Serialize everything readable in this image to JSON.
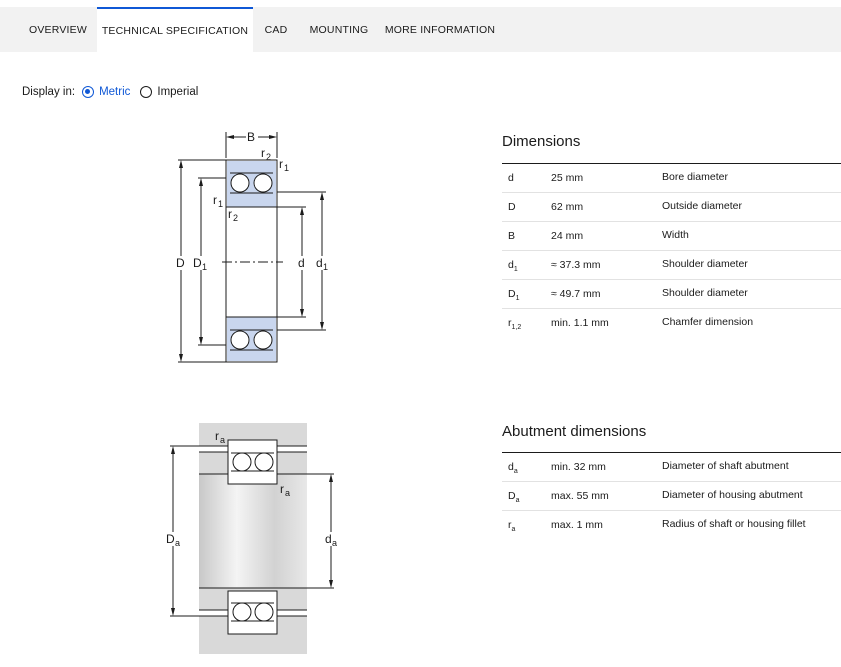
{
  "tabs": [
    {
      "label": "OVERVIEW",
      "active": false
    },
    {
      "label": "TECHNICAL SPECIFICATION",
      "active": true
    },
    {
      "label": "CAD",
      "active": false
    },
    {
      "label": "MOUNTING",
      "active": false
    },
    {
      "label": "MORE INFORMATION",
      "active": false
    }
  ],
  "display": {
    "label": "Display in:",
    "options": [
      {
        "label": "Metric",
        "selected": true
      },
      {
        "label": "Imperial",
        "selected": false
      }
    ]
  },
  "colors": {
    "accent": "#0f58d6",
    "ring_fill": "#c9d6ee",
    "grey_fill": "#d9d9d9"
  },
  "diagram1": {
    "labels": {
      "B": "B",
      "r2": "r",
      "r2_sub": "2",
      "r1": "r",
      "r1_sub": "1",
      "D": "D",
      "D1": "D",
      "D1_sub": "1",
      "d": "d",
      "d1": "d",
      "d1_sub": "1"
    }
  },
  "diagram2": {
    "labels": {
      "ra": "r",
      "ra_sub": "a",
      "Da": "D",
      "Da_sub": "a",
      "da": "d",
      "da_sub": "a"
    }
  },
  "dimensions": {
    "title": "Dimensions",
    "rows": [
      {
        "sym": "d",
        "sub": "",
        "value": "25 mm",
        "desc": "Bore diameter"
      },
      {
        "sym": "D",
        "sub": "",
        "value": "62 mm",
        "desc": "Outside diameter"
      },
      {
        "sym": "B",
        "sub": "",
        "value": "24 mm",
        "desc": "Width"
      },
      {
        "sym": "d",
        "sub": "1",
        "value": "≈ 37.3 mm",
        "desc": "Shoulder diameter"
      },
      {
        "sym": "D",
        "sub": "1",
        "value": "≈ 49.7 mm",
        "desc": "Shoulder diameter"
      },
      {
        "sym": "r",
        "sub": "1,2",
        "value": "min. 1.1 mm",
        "desc": "Chamfer dimension"
      }
    ]
  },
  "abutment": {
    "title": "Abutment dimensions",
    "rows": [
      {
        "sym": "d",
        "sub": "a",
        "value": "min. 32 mm",
        "desc": "Diameter of shaft abutment"
      },
      {
        "sym": "D",
        "sub": "a",
        "value": "max. 55 mm",
        "desc": "Diameter of housing abutment"
      },
      {
        "sym": "r",
        "sub": "a",
        "value": "max. 1 mm",
        "desc": "Radius of shaft or housing fillet"
      }
    ]
  }
}
